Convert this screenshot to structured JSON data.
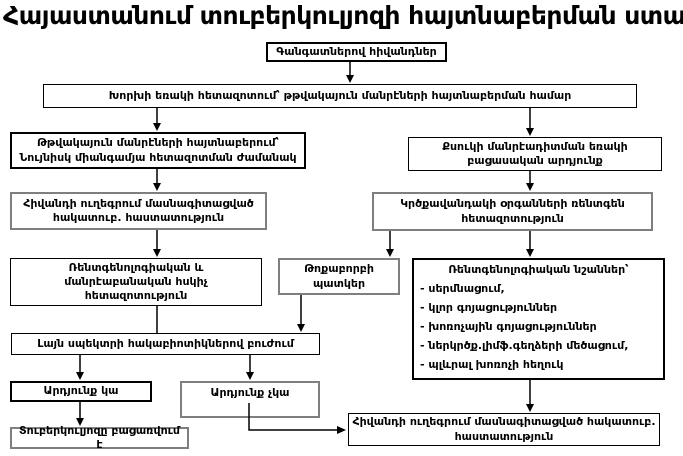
{
  "title": "Հայաստանում տուբերկուլյոզի հայտնաբերման ստանդարտ",
  "flowchart": {
    "patients": {
      "text": "Գանգատներով հիվանդներ"
    },
    "sputum_exam": {
      "text": "Խորխի եռակի հետազոտում՝ թթվակայուն մանրէների հայտնաբերման համար"
    },
    "afb_detection": {
      "line1": "Թթվակայուն մանրէների հայտնաբերում՝",
      "line2": "Նույնիսկ միանգամյա հետազոտման ժամանակ"
    },
    "referral_left": {
      "text": "Հիվանդի ուղեգրում մասնագիտացված հակատուբ. հաստատություն"
    },
    "control_exam": {
      "text": "Ռենտգենոլոգիական և մանրէաբանական հսկիչ հետազոտություն"
    },
    "negative_smear": {
      "text": "Քսուկի մանրէադիտման եռակի բացասական արդյունք"
    },
    "xray_exam": {
      "text": "Կրծքավանդակի օրգանների ռենտգեն հետազոտություն"
    },
    "pneumonia": {
      "text": "Թոքաբորբի պատկեր"
    },
    "xray_signs": {
      "title": "Ռենտգենոլոգիական նշաններ՝",
      "items": [
        "- սերմնացում,",
        "- կլոր գոյացություններ",
        "- խոռոչային գոյացություններ",
        "- ներկրծք.լիմֆ.գեղձերի մեծացում,",
        "- պլևրալ խոռոչի հեղուկ"
      ]
    },
    "antibiotics": {
      "text": "Լայն սպեկտրի հակաբիոտիկներով բուժում"
    },
    "result_yes": {
      "text": "Արդյունք կա"
    },
    "result_no": {
      "text": "Արդյունք չկա"
    },
    "tb_excluded": {
      "text": "Տուբերկուլյոզը բացառվում է"
    },
    "referral_right": {
      "text": "Հիվանդի ուղեգրում մասնագիտացված հակատուբ. հաստատություն"
    }
  },
  "colors": {
    "background": "#ffffff",
    "text": "#000000",
    "border_black": "#000000",
    "border_gray": "#7f7f7f",
    "connector": "#000000"
  }
}
